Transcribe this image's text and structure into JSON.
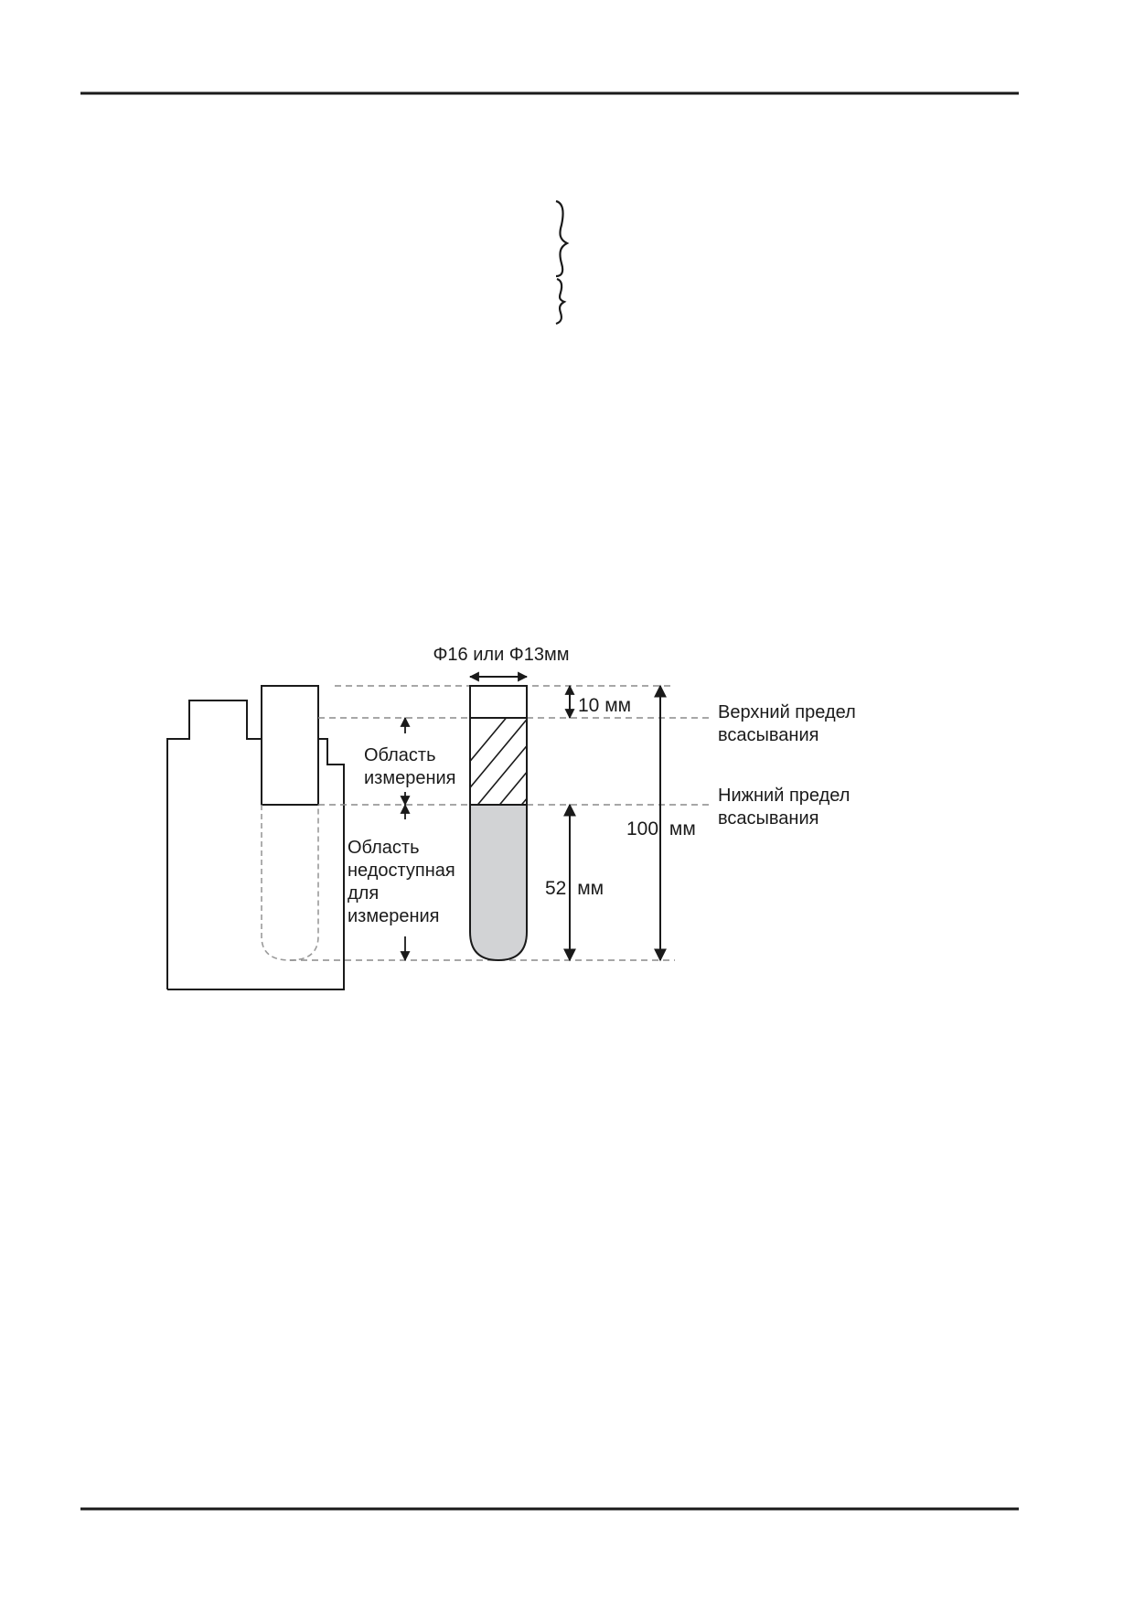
{
  "diagram": {
    "diameter_label": "Φ16 или Φ13мм",
    "top_gap_value": "10",
    "top_gap_unit": "мм",
    "upper_limit_line1": "Верхний предел",
    "upper_limit_line2": "всасывания",
    "lower_limit_line1": "Нижний предел",
    "lower_limit_line2": "всасывания",
    "measure_area_line1": "Область",
    "measure_area_line2": "измерения",
    "unavailable_line1": "Область",
    "unavailable_line2": "недоступная",
    "unavailable_line3": "для",
    "unavailable_line4": "измерения",
    "total_height_value": "100",
    "total_height_unit": "мм",
    "liquid_height_value": "52",
    "liquid_height_unit": "мм"
  },
  "colors": {
    "line": "#1a1a1a",
    "dashed": "#8a8a8a",
    "liquid_fill": "#d2d3d5"
  }
}
